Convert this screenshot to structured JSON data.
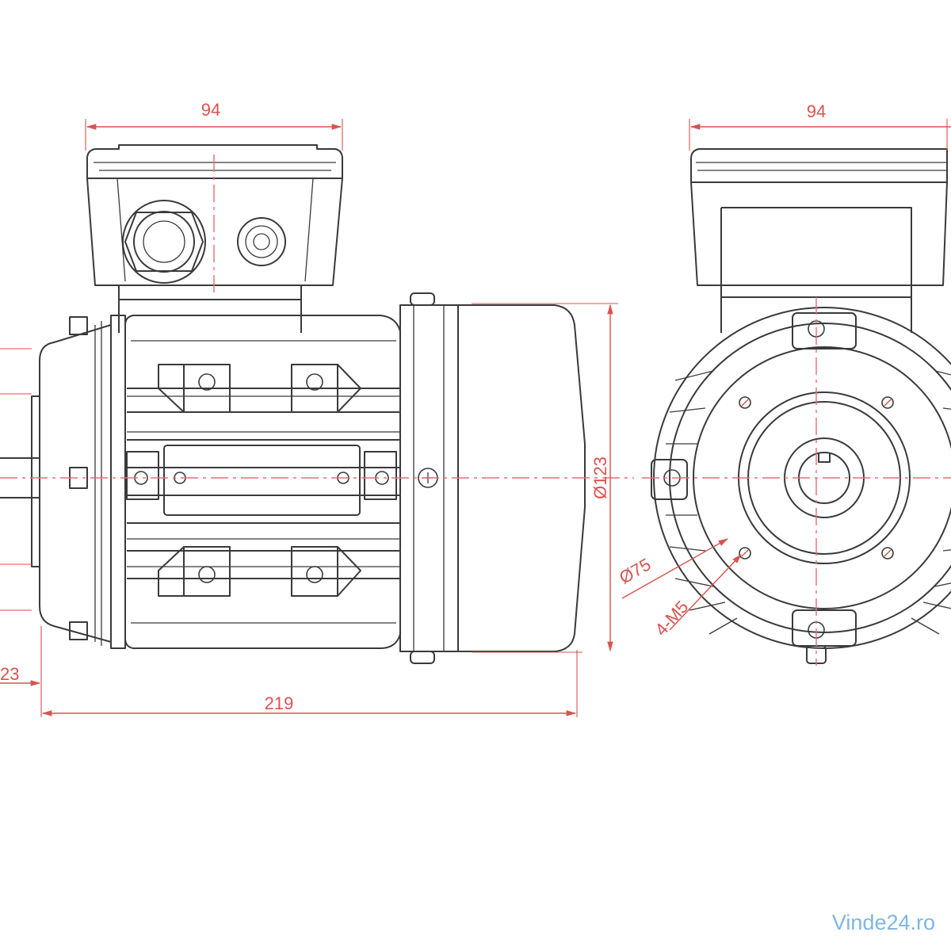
{
  "dimensions": {
    "side_box_width": "94",
    "front_box_width": "94",
    "flange_diameter": "Ø123",
    "overall_length": "219",
    "shaft_length_partial": "23",
    "pitch_circle": "Ø75",
    "thread_holes": "4-M5"
  },
  "watermark": "Vinde24.ro",
  "colors": {
    "dimension": "#d9534f",
    "outline": "#3a3a3a",
    "watermark": "#7fb6e2"
  }
}
